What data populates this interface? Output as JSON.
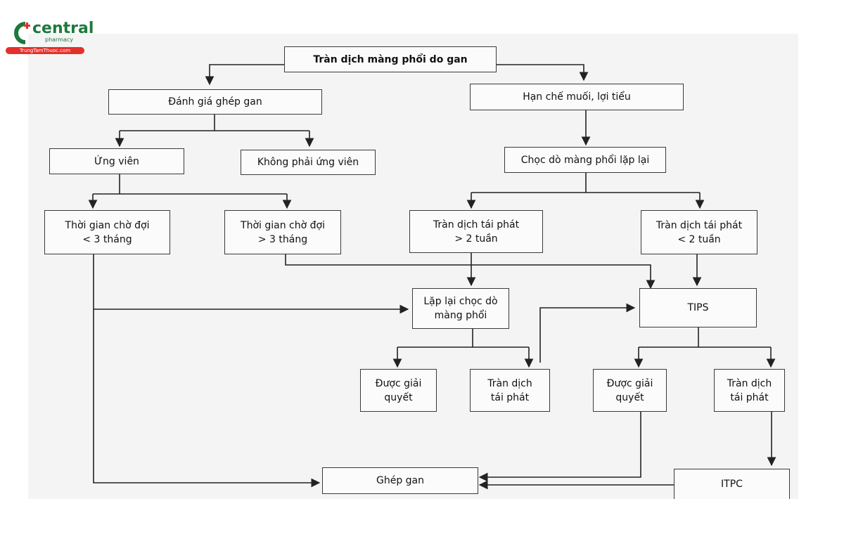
{
  "logo": {
    "name": "central",
    "sub": "pharmacy",
    "site": "TrungTamThuoc.com",
    "colors": {
      "green": "#1d7a3e",
      "red": "#e4302a"
    }
  },
  "nodes": {
    "root": "Tràn dịch màng phổi do gan",
    "liver_eval": "Đánh giá ghép gan",
    "diet": "Hạn chế muối, lợi tiểu",
    "candidate": "Ứng viên",
    "not_candidate": "Không phải ứng viên",
    "repeat_tap": "Chọc dò màng phổi lặp lại",
    "wait_lt3": "Thời gian chờ đợi\n< 3 tháng",
    "wait_gt3": "Thời gian chờ đợi\n> 3 tháng",
    "recur_gt2w": "Tràn dịch tái phát\n> 2 tuần",
    "recur_lt2w": "Tràn dịch tái phát\n< 2 tuần",
    "repeat_tap2": "Lặp lại chọc dò\nmàng phổi",
    "tips": "TIPS",
    "resolved1": "Được giải\nquyết",
    "recur1": "Tràn dịch\ntái phát",
    "resolved2": "Được giải\nquyết",
    "recur2": "Tràn dịch\ntái phát",
    "transplant": "Ghép gan",
    "itpc": "ITPC"
  }
}
